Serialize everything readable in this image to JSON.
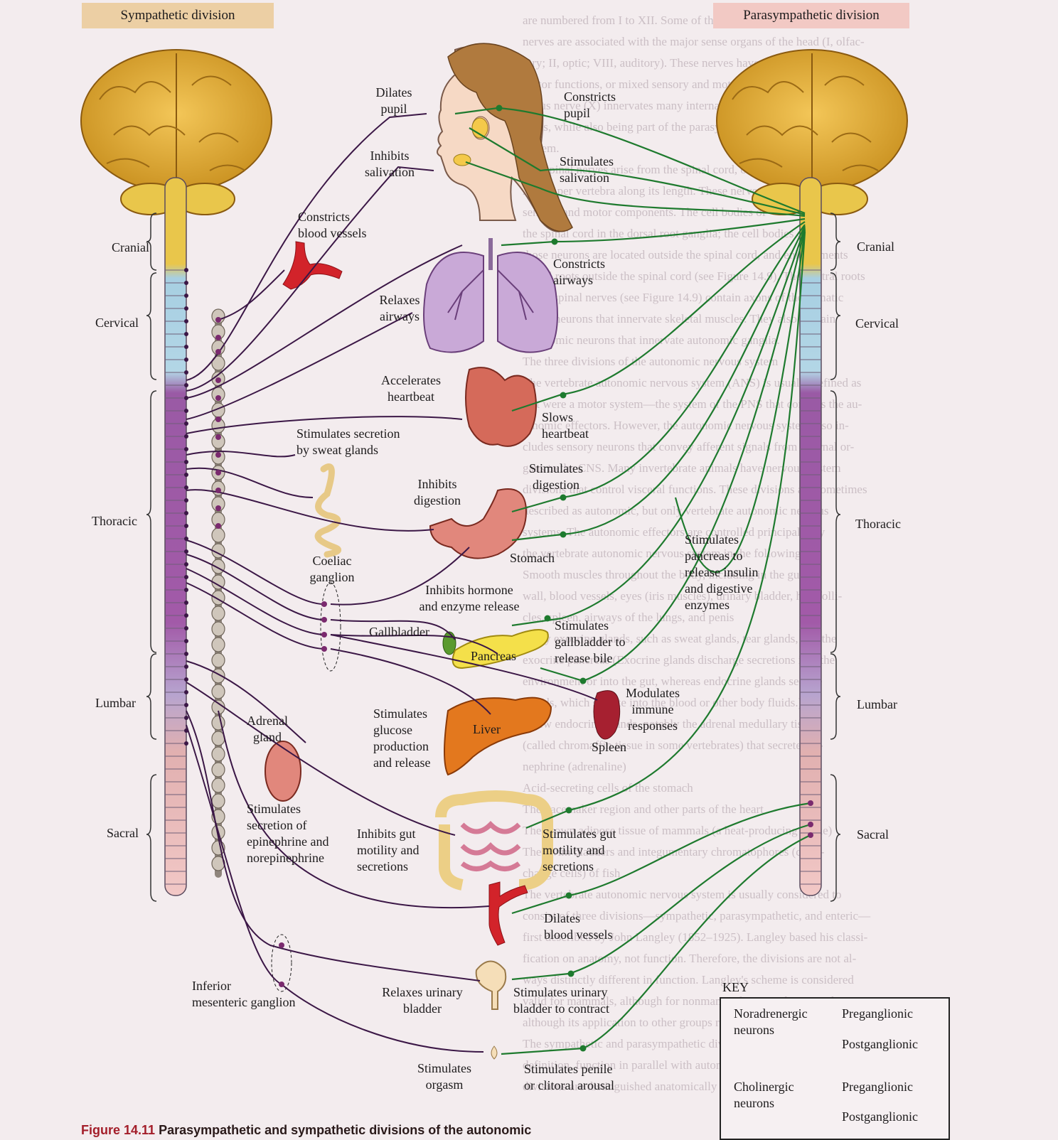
{
  "headers": {
    "sympathetic": "Sympathetic division",
    "parasympathetic": "Parasympathetic division"
  },
  "spine_levels": {
    "cranial": "Cranial",
    "cervical": "Cervical",
    "thoracic": "Thoracic",
    "lumbar": "Lumbar",
    "sacral": "Sacral"
  },
  "labels": {
    "dilates_pupil": [
      "Dilates",
      "pupil"
    ],
    "constricts_pupil": [
      "Constricts",
      "pupil"
    ],
    "inhibits_salivation": [
      "Inhibits",
      "salivation"
    ],
    "stimulates_salivation": [
      "Stimulates",
      "salivation"
    ],
    "constricts_blood_vessels": [
      "Constricts",
      "blood vessels"
    ],
    "constricts_airways": [
      "Constricts",
      "airways"
    ],
    "relaxes_airways": [
      "Relaxes",
      "airways"
    ],
    "accelerates_heartbeat": [
      "Accelerates",
      "heartbeat"
    ],
    "slows_heartbeat": [
      "Slows",
      "heartbeat"
    ],
    "stimulates_sweat": [
      "Stimulates secretion",
      "by sweat glands"
    ],
    "stimulates_digestion": [
      "Stimulates",
      "digestion"
    ],
    "inhibits_digestion": [
      "Inhibits",
      "digestion"
    ],
    "stomach": [
      "Stomach"
    ],
    "stimulates_pancreas": [
      "Stimulates",
      "pancreas to",
      "release insulin",
      "and digestive",
      "enzymes"
    ],
    "coeliac_ganglion": [
      "Coeliac",
      "ganglion"
    ],
    "inhibits_hormone": [
      "Inhibits hormone",
      "and enzyme release"
    ],
    "gallbladder": [
      "Gallbladder"
    ],
    "pancreas": [
      "Pancreas"
    ],
    "stimulates_gallbladder": [
      "Stimulates",
      "gallbladder to",
      "release bile"
    ],
    "modulates_immune": [
      "Modulates",
      "immune",
      "responses"
    ],
    "spleen": [
      "Spleen"
    ],
    "adrenal_gland": [
      "Adrenal",
      "gland"
    ],
    "stimulates_glucose": [
      "Stimulates",
      "glucose",
      "production",
      "and release"
    ],
    "liver": [
      "Liver"
    ],
    "stimulates_epinephrine": [
      "Stimulates",
      "secretion of",
      "epinephrine and",
      "norepinephrine"
    ],
    "inhibits_gut": [
      "Inhibits gut",
      "motility and",
      "secretions"
    ],
    "stimulates_gut": [
      "Stimulates gut",
      "motility and",
      "secretions"
    ],
    "dilates_blood_vessels": [
      "Dilates",
      "blood vessels"
    ],
    "inferior_mesenteric": [
      "Inferior",
      "mesenteric ganglion"
    ],
    "relaxes_bladder": [
      "Relaxes urinary",
      "bladder"
    ],
    "stimulates_bladder": [
      "Stimulates urinary",
      "bladder to contract"
    ],
    "stimulates_orgasm": [
      "Stimulates",
      "orgasm"
    ],
    "stimulates_penile": [
      "Stimulates penile",
      "or clitoral arousal"
    ]
  },
  "key": {
    "title": "KEY",
    "noradrenergic": [
      "Noradrenergic",
      "neurons"
    ],
    "cholinergic": [
      "Cholinergic",
      "neurons"
    ],
    "preganglionic": "Preganglionic",
    "postganglionic": "Postganglionic"
  },
  "caption": {
    "figure": "Figure 14.11",
    "text": "Parasympathetic and sympathetic divisions of the autonomic"
  },
  "colors": {
    "sympathetic_nerve": "#3b1746",
    "parasympathetic_nerve": "#1e7a2e",
    "brain": "#e8b232",
    "sympathetic_header": "#eccfa4",
    "parasympathetic_header": "#f2c9c4",
    "node": "#7a2a6e"
  },
  "background_text": [
    "are numbered from I to XII. Some of the cranial",
    "nerves are associated with the major sense organs of the head (I, olfac-",
    "tory; II, optic; VIII, auditory). These nerves have principally",
    "motor functions, or mixed sensory and motor functions. The",
    "vagus nerve (X) innervates many internal organs and other somatic compo-",
    "nents, while also being part of the parasympathetic autonomic nervous",
    "system.",
    "The spinal nerves arise from the spinal cord, one pair of spinal",
    "nerves per vertebra along its length. These nerves include both",
    "sensory and motor components. The cell bodies of",
    "the spinal cord in the dorsal root ganglia; the cell bodies of",
    "those neurons are located outside the spinal cord, and enlargements",
    "dorsal roots outside the spinal cord (see Figure 14.9). The ventral roots",
    "of the spinal nerves (see Figure 14.9) contain axons of the somatic",
    "motor neurons that innervate skeletal muscles. They also contain",
    "autonomic neurons that innervate autonomic ganglia.",
    "",
    "The three divisions of the autonomic nervous system",
    "The vertebrate autonomic nervous system (ANS) is usually defined as",
    "if it were a motor system—the system of the PNS that controls the au-",
    "tonomic effectors. However, the autonomic nervous system also in-",
    "cludes sensory neurons that convey afferent signals from internal or-",
    "gans to the CNS. Many invertebrate animals have nervous system",
    "divisions that control visceral functions. These divisions are sometimes",
    "described as autonomic, but only vertebrate autonomic nervous",
    "systems. The autonomic effectors are controlled principally by",
    "the vertebrate autonomic nervous system in the following:",
    "Smooth muscles throughout the body, including in the gut",
    "wall, blood vessels, eyes (iris muscles), urinary bladder, hair folli-",
    "cles, spleen, airways of the lungs, and penis",
    "Many exocrine glands, such as sweat glands, tear glands, and the",
    "exocrine pancreas (Exocrine glands discharge secretions into the",
    "environment or into the gut, whereas endocrine glands secrete",
    "glands, which secrete into the blood or other body fluids.)",
    "A few endocrine glands, notably the adrenal medullary tissue",
    "(called chromaffin tissue in some vertebrates) that secrete epi-",
    "nephrine (adrenaline)",
    "Acid-secreting cells of the stomach",
    "The pacemaker region and other parts of the heart",
    "The brown adipose tissue of mammals (a heat-producing tissue)",
    "The swim bladders and integumentary chromatophores (color-",
    "change cells) of fish",
    "The vertebrate autonomic nervous system is usually considered to",
    "consist of three divisions—sympathetic, parasympathetic, and enteric—",
    "first described by John Langley (1852–1925). Langley based his classi-",
    "fication on anatomy, not function. Therefore, the divisions are not al-",
    "ways distinctly different in function. Langley's scheme is considered",
    "valid for mammals, although for nonmammalian vertebrates and",
    "although its application to other groups remains debatable.",
    "The sympathetic and parasympathetic divisions in mammals by",
    "definition, function in parallel with autonomic effectors. The two",
    "divisions are distinguished anatomically and functionally in ways we"
  ]
}
